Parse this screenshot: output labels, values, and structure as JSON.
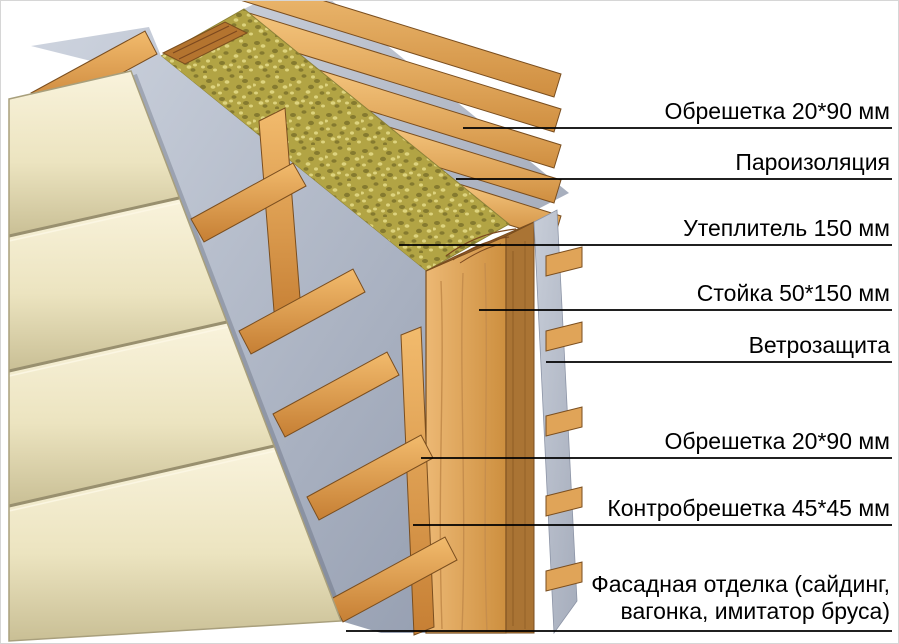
{
  "diagram": {
    "kind": "wall-insulation-cutaway",
    "background": "#ffffff"
  },
  "labels": [
    {
      "text": "Обрешетка 20*90 мм"
    },
    {
      "text": "Пароизоляция"
    },
    {
      "text": "Утеплитель 150 мм"
    },
    {
      "text": "Стойка 50*150 мм"
    },
    {
      "text": "Ветрозащита"
    },
    {
      "text": "Обрешетка 20*90 мм"
    },
    {
      "text": "Контробрешетка 45*45 мм"
    },
    {
      "text": "Фасадная отделка (сайдинг, вагонка, имитатор бруса)"
    }
  ],
  "colors": {
    "siding": "#ece4c0",
    "wood": "#d89448",
    "membrane": "#aeb5c3",
    "insulation": "#b2a444",
    "stud_end_grain": "#a96531",
    "leader_line": "#000000",
    "text": "#000000"
  }
}
